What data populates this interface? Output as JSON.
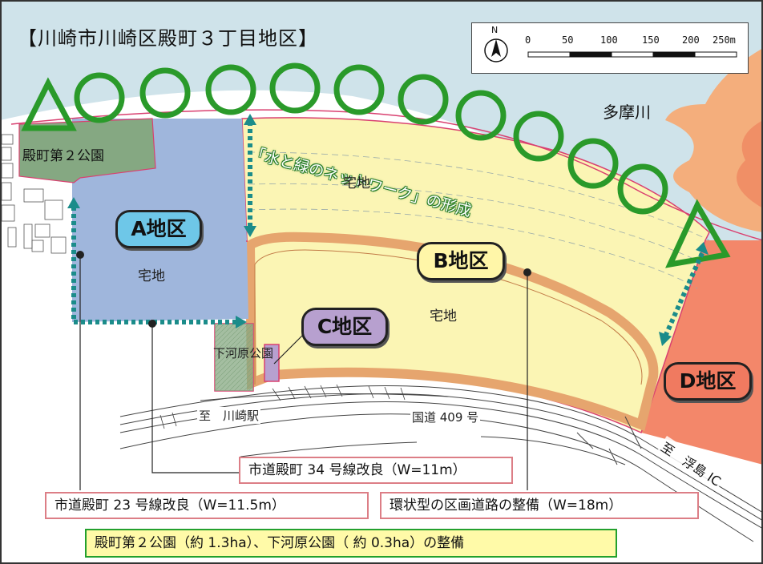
{
  "title": "【川崎市川崎区殿町３丁目地区】",
  "scale_bar": {
    "north": "N",
    "ticks": [
      "0",
      "50",
      "100",
      "150",
      "200",
      "250m"
    ]
  },
  "labels": {
    "river": "多摩川",
    "park_2": "殿町第２公園",
    "network": "「水と緑のネットワーク」の形成",
    "takuchi_top": "宅地",
    "takuchi_a": "宅地",
    "takuchi_b": "宅地",
    "park_shimogawara": "下河原公園",
    "station": "至　川崎駅",
    "route": "国道 409 号",
    "ukishima": "至　浮島 IC"
  },
  "districts": {
    "a": "A地区",
    "b": "B地区",
    "c": "C地区",
    "d": "D地区"
  },
  "notes": {
    "road_34": "市道殿町 34 号線改良（W=11m）",
    "road_23": "市道殿町 23 号線改良（W=11.5m）",
    "ring_road": "環状型の区画道路の整備（W=18m）",
    "parks": "殿町第２公園（約 1.3ha）、下河原公園（ 約 0.3ha）の整備"
  },
  "colors": {
    "river": "#cfe3ea",
    "district_a": "#9fb6dc",
    "district_b": "#fbf5b4",
    "district_d": "#f3876a",
    "park": "#85a882",
    "ring_road": "#e6a56e",
    "accent_green": "#2a9a2a",
    "arrow_teal": "#1b8c8a"
  }
}
